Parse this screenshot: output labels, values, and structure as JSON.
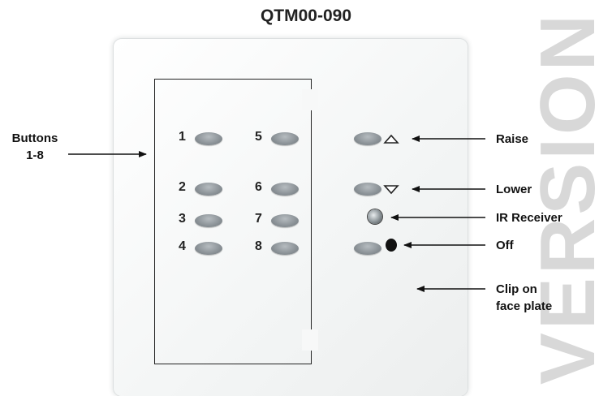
{
  "title": "QTM00-090",
  "watermark": "VERSION",
  "button_numbers": [
    "1",
    "5",
    "2",
    "6",
    "3",
    "7",
    "4",
    "8"
  ],
  "callouts": {
    "buttons": [
      "Buttons",
      "1-8"
    ],
    "raise": "Raise",
    "lower": "Lower",
    "ir_receiver": "IR Receiver",
    "off": "Off",
    "clip": [
      "Clip on",
      "face plate"
    ]
  },
  "icons": {
    "raise": "up-triangle-icon",
    "lower": "down-triangle-icon",
    "off": "black-dot-icon",
    "ir": "ir-receiver-lens-icon"
  },
  "colors": {
    "button": "#8a9196",
    "text": "#111111",
    "plate": "#f4f6f6"
  }
}
